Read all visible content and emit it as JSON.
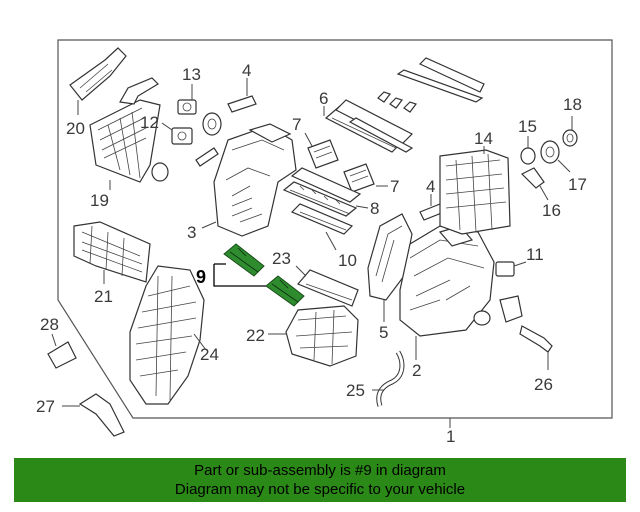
{
  "callouts": {
    "c1": "1",
    "c2": "2",
    "c3": "3",
    "c4a": "4",
    "c4b": "4",
    "c5": "5",
    "c6": "6",
    "c7a": "7",
    "c7b": "7",
    "c8": "8",
    "c9": "9",
    "c10": "10",
    "c11": "11",
    "c12": "12",
    "c13": "13",
    "c14": "14",
    "c15": "15",
    "c16": "16",
    "c17": "17",
    "c18": "18",
    "c19": "19",
    "c20": "20",
    "c21": "21",
    "c22": "22",
    "c23": "23",
    "c24": "24",
    "c25": "25",
    "c26": "26",
    "c27": "27",
    "c28": "28"
  },
  "banner": {
    "line1": "Part or sub-assembly is #9 in diagram",
    "line2": "Diagram may not be specific to your vehicle"
  },
  "colors": {
    "highlight": "#2e8b2e",
    "banner": "#2b8a17"
  }
}
